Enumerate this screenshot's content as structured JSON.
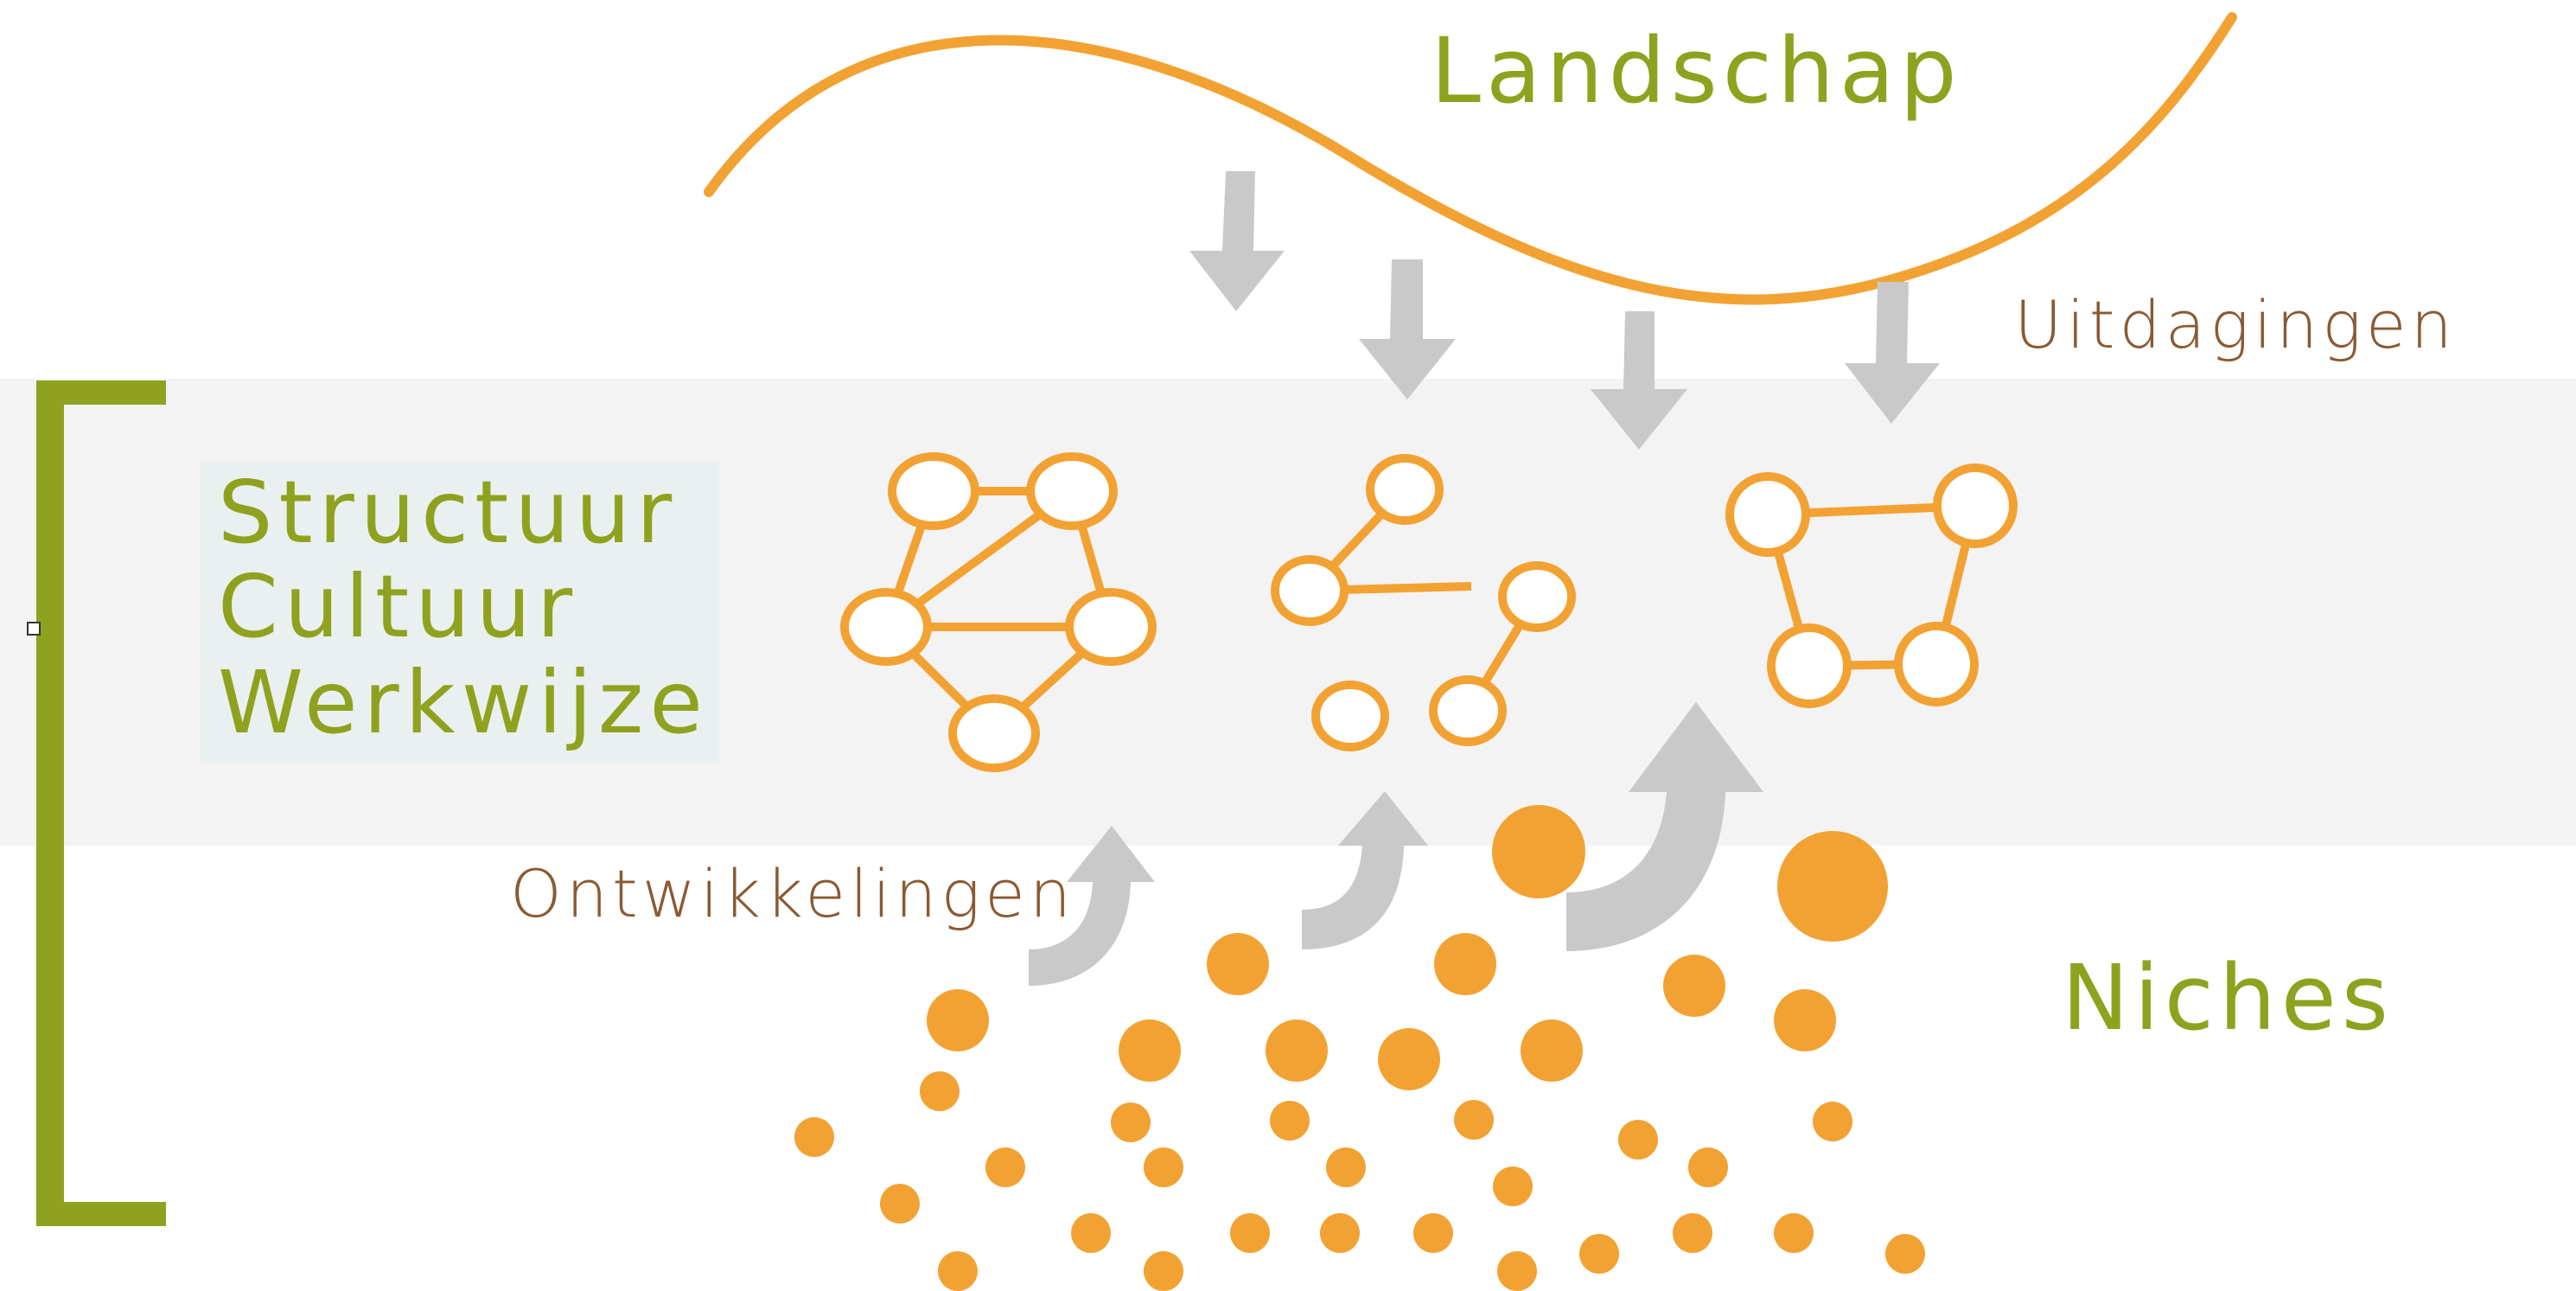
{
  "labels": {
    "landscape": "Landschap",
    "regime_lines": [
      "Structuur",
      "Cultuur",
      "Werkwijze"
    ],
    "niches": "Niches",
    "challenges": "Uitdagingen",
    "developments": "Ontwikkelingen"
  },
  "colors": {
    "orange": "#f2a233",
    "green": "#8fa21f",
    "brown": "#8a5a32",
    "arrow_grey": "#c9c9c9",
    "band_grey": "#f3f3f3"
  },
  "icons": [
    "network-cluster-icon",
    "network-fragments-icon",
    "network-square-icon",
    "down-arrow-icon",
    "up-curved-arrow-icon",
    "niche-dot-icon"
  ]
}
